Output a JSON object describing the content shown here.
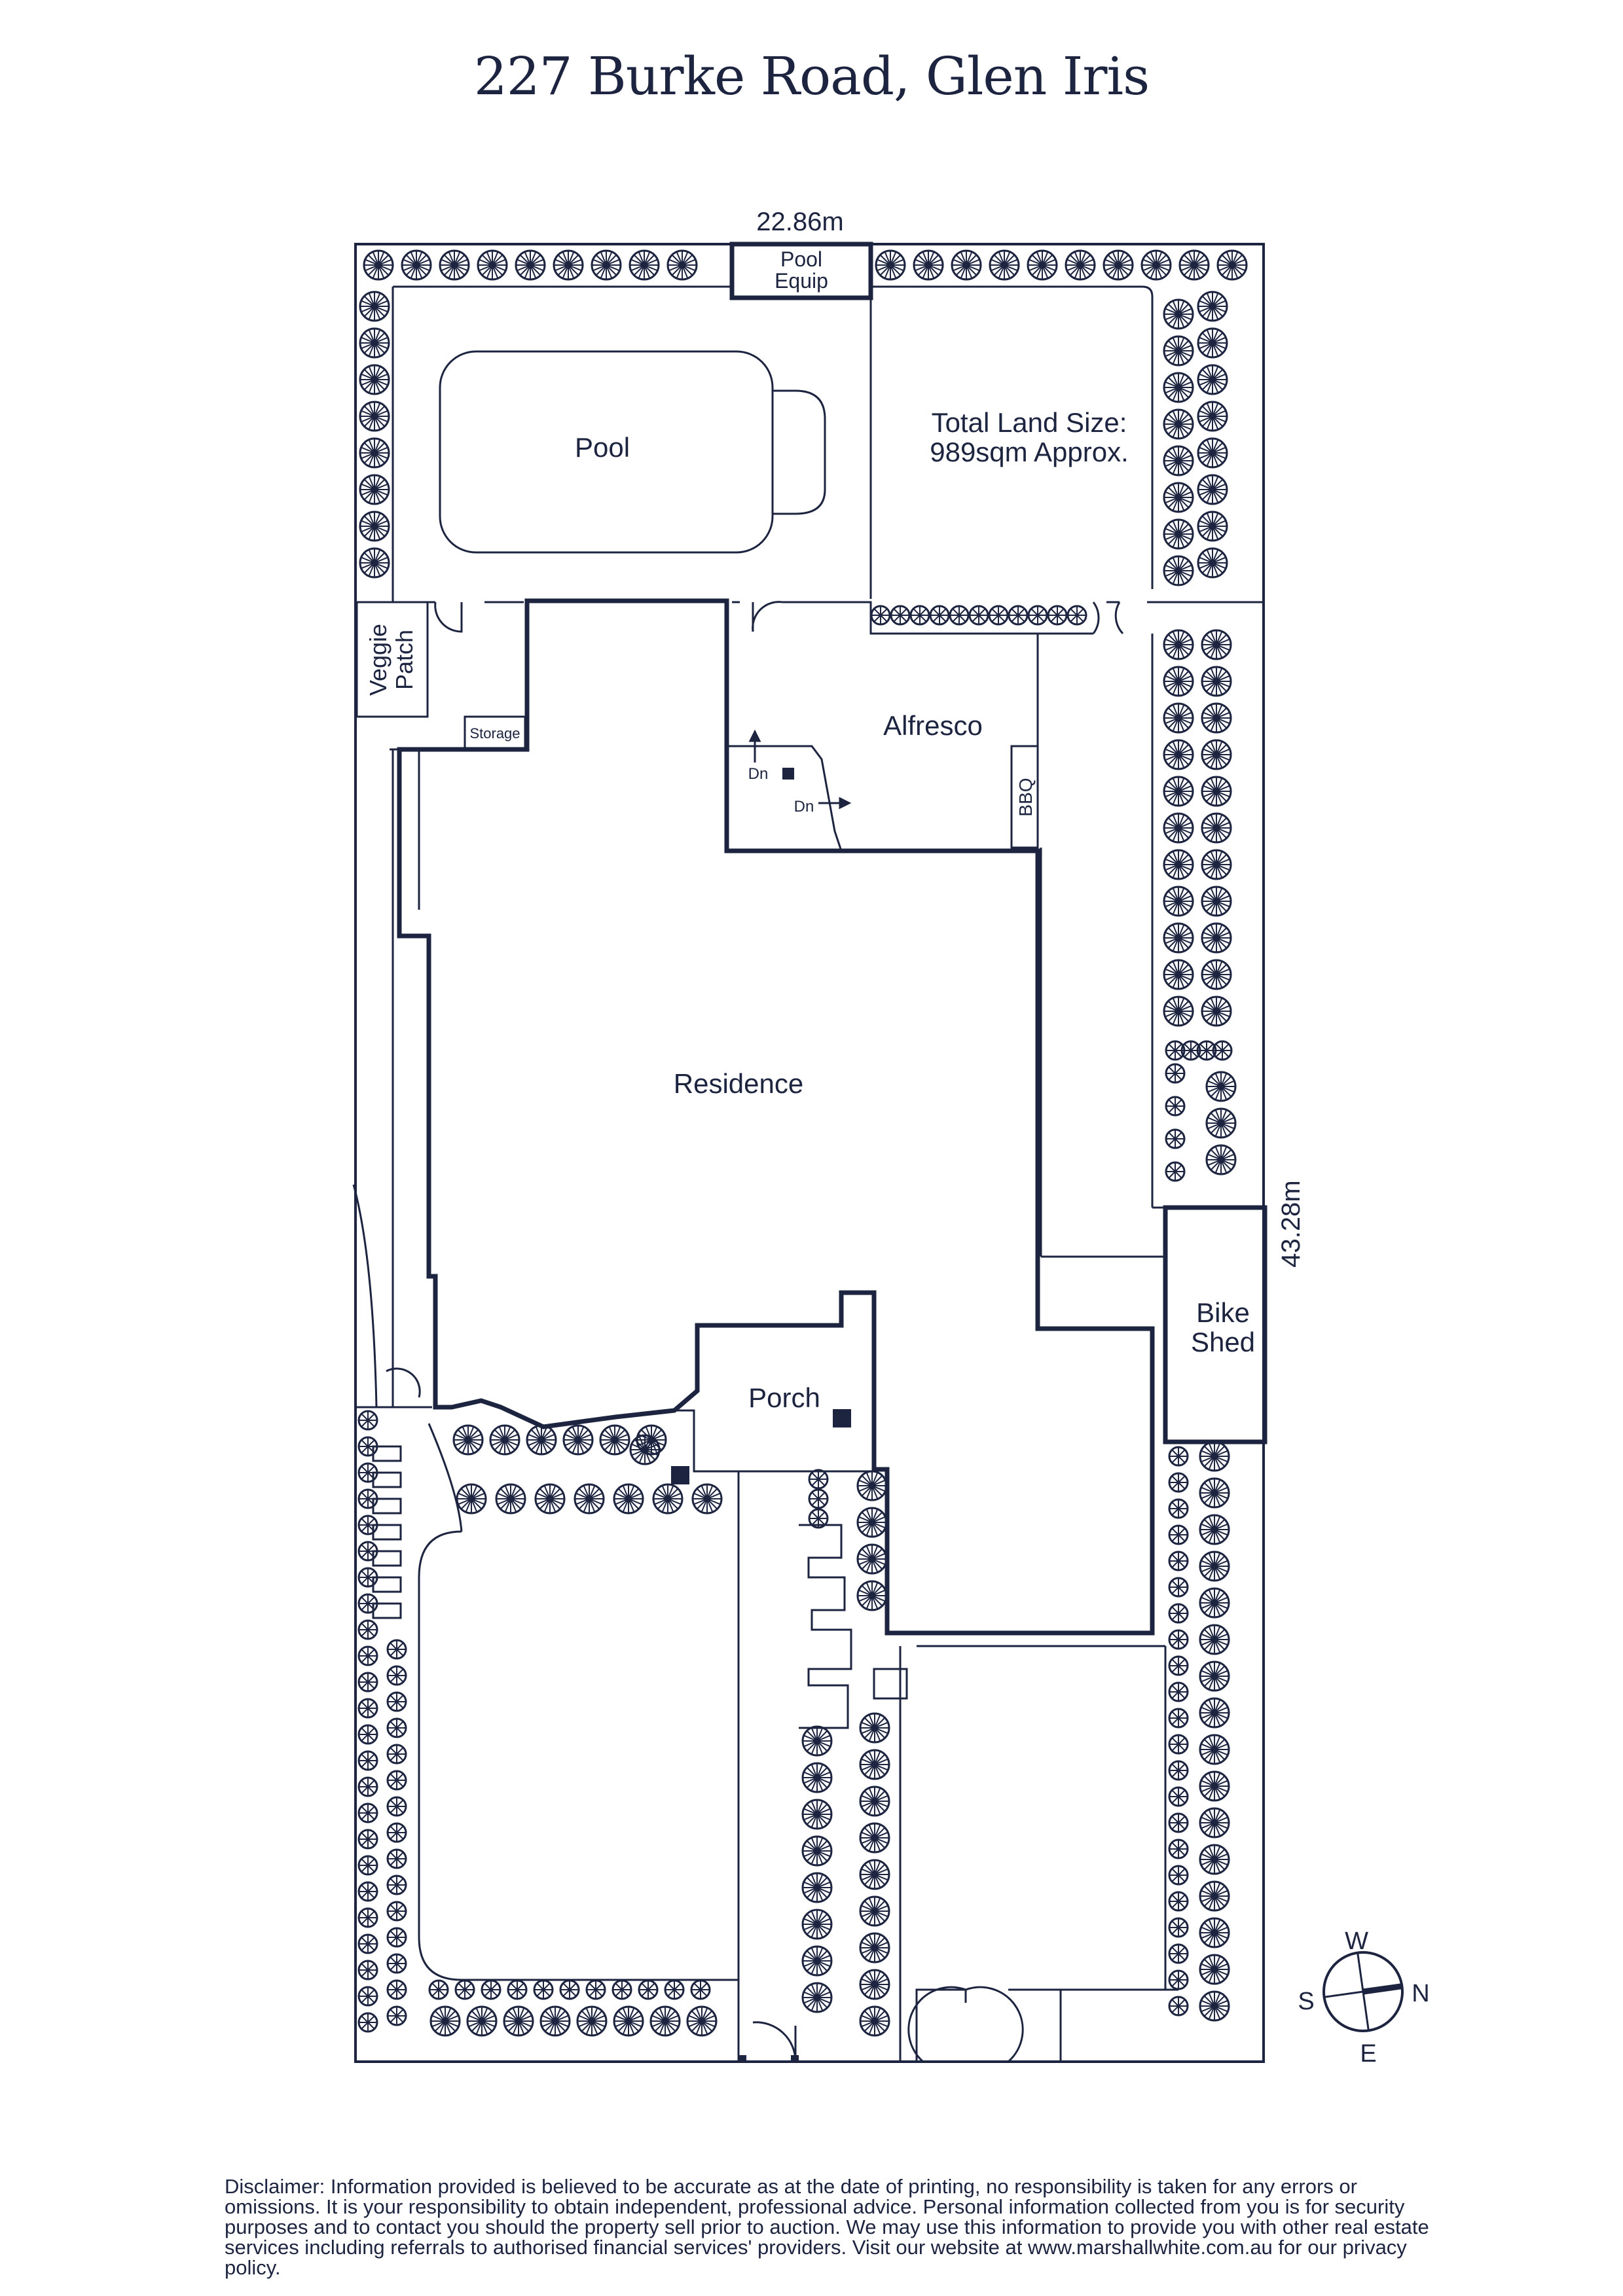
{
  "title": "227 Burke Road, Glen Iris",
  "dimensions": {
    "width": "22.86m",
    "depth": "43.28m"
  },
  "rooms": {
    "pool_equip": [
      "Pool",
      "Equip"
    ],
    "pool": "Pool",
    "land_size": [
      "Total Land Size:",
      "989sqm Approx."
    ],
    "veggie_patch": [
      "Veggie",
      "Patch"
    ],
    "storage": "Storage",
    "alfresco": "Alfresco",
    "bbq": "BBQ",
    "residence": "Residence",
    "porch": "Porch",
    "bike_shed": [
      "Bike",
      "Shed"
    ],
    "stair_down_1": "Dn",
    "stair_down_2": "Dn"
  },
  "compass": {
    "north": "N",
    "south": "S",
    "east": "E",
    "west": "W"
  },
  "colors": {
    "line": "#1d2440",
    "background": "#ffffff"
  },
  "disclaimer": "Disclaimer: Information provided is believed to be accurate as at the date of printing, no responsibility is taken for any errors or omissions. It is your responsibility to obtain independent, professional advice. Personal information collected from you is for security purposes and to contact you should the property sell prior to auction. We may use this information to provide you with other real estate services including referrals to authorised financial services' providers. Visit our website at www.marshallwhite.com.au for our privacy policy."
}
